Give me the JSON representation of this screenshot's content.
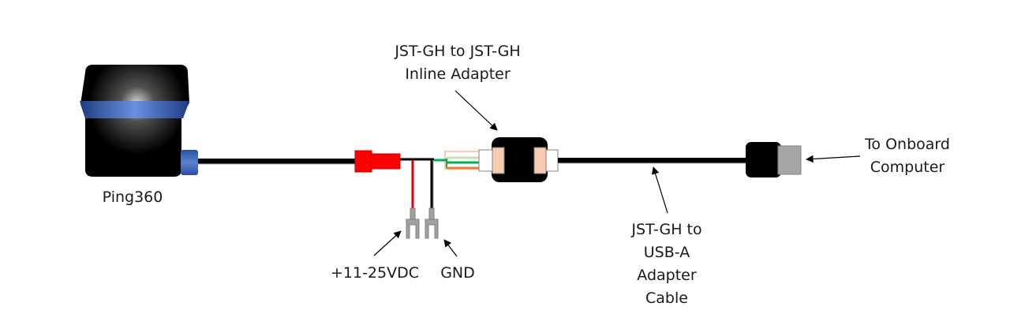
{
  "diagram": {
    "components": {
      "sonar": {
        "label": "Ping360"
      },
      "inline_adapter": {
        "label_line1": "JST-GH to JST-GH",
        "label_line2": "Inline Adapter"
      },
      "power_positive": {
        "label": "+11-25VDC"
      },
      "power_ground": {
        "label": "GND"
      },
      "usb_cable": {
        "label_line1": "JST-GH to",
        "label_line2": "USB-A",
        "label_line3": "Adapter",
        "label_line4": "Cable"
      },
      "computer": {
        "label_line1": "To Onboard",
        "label_line2": "Computer"
      }
    },
    "colors": {
      "cable": "#000000",
      "sonar_band": "#3a5fb0",
      "red_connector": "#ff0000",
      "power_wire": "#e00000",
      "ground_wire": "#000000",
      "spade_terminal": "#a0a0a0",
      "jst_peach": "#f7cbb0",
      "wire_green": "#00b050",
      "wire_light_green": "#c5e0b4",
      "wire_orange": "#ed7d31",
      "wire_light_orange": "#f8cbad",
      "usb_plug": "#a6a6a6"
    }
  }
}
